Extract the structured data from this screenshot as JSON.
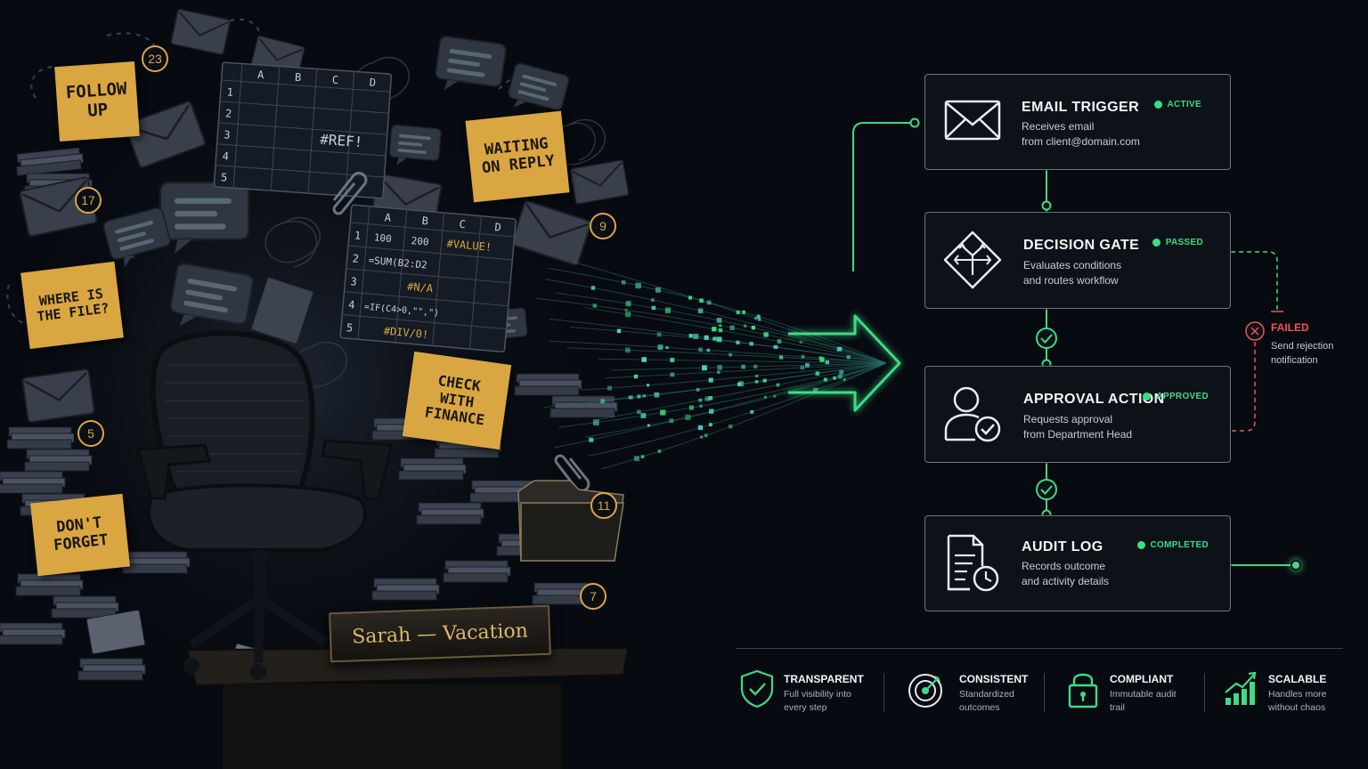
{
  "chaos": {
    "sticky_notes": {
      "follow_up": "FOLLOW\nUP",
      "waiting": "WAITING\nON REPLY",
      "where_file": "WHERE IS\nTHE FILE?",
      "check_finance": "CHECK\nWITH\nFINANCE",
      "dont_forget": "DON'T\nFORGET"
    },
    "badges": [
      "23",
      "17",
      "9",
      "5",
      "11",
      "7"
    ],
    "spreadsheet_1": {
      "columns": [
        "A",
        "B",
        "C",
        "D"
      ],
      "rows": [
        "1",
        "2",
        "3",
        "4",
        "5"
      ],
      "error": "#REF!"
    },
    "spreadsheet_2": {
      "columns": [
        "A",
        "B",
        "C",
        "D"
      ],
      "rows": [
        "1",
        "2",
        "3",
        "4",
        "5"
      ],
      "cells": {
        "a1": "100",
        "b1": "200",
        "c1_error": "#VALUE!",
        "a2": "=SUM(B2:D2",
        "c3_error": "#N/A",
        "a4": "=IF(C4>0,\"\",\")",
        "b5_error": "#DIV/0!"
      }
    },
    "nameplate": "Sarah — Vacation"
  },
  "workflow": {
    "steps": [
      {
        "title": "EMAIL TRIGGER",
        "desc": "Receives email\nfrom client@domain.com",
        "status": "ACTIVE",
        "icon": "envelope-icon"
      },
      {
        "title": "DECISION GATE",
        "desc": "Evaluates conditions\nand routes workflow",
        "status": "PASSED",
        "icon": "decision-diamond-icon"
      },
      {
        "title": "APPROVAL ACTION",
        "desc": "Requests approval\nfrom Department Head",
        "status": "APPROVED",
        "icon": "user-check-icon"
      },
      {
        "title": "AUDIT LOG",
        "desc": "Records outcome\nand activity details",
        "status": "COMPLETED",
        "icon": "document-clock-icon"
      }
    ],
    "failed_branch": {
      "label": "FAILED",
      "desc": "Send rejection\nnotification",
      "icon": "x-circle-icon"
    }
  },
  "features": [
    {
      "title": "TRANSPARENT",
      "desc": "Full visibility into\nevery step",
      "icon": "shield-check-icon"
    },
    {
      "title": "CONSISTENT",
      "desc": "Standardized\noutcomes",
      "icon": "target-icon"
    },
    {
      "title": "COMPLIANT",
      "desc": "Immutable audit\ntrail",
      "icon": "padlock-icon"
    },
    {
      "title": "SCALABLE",
      "desc": "Handles more\nwithout chaos",
      "icon": "growth-chart-icon"
    }
  ],
  "colors": {
    "accent_green": "#3ddc84",
    "failed_red": "#f0525a",
    "sticky_yellow": "#d9a642",
    "background": "#070a10"
  }
}
